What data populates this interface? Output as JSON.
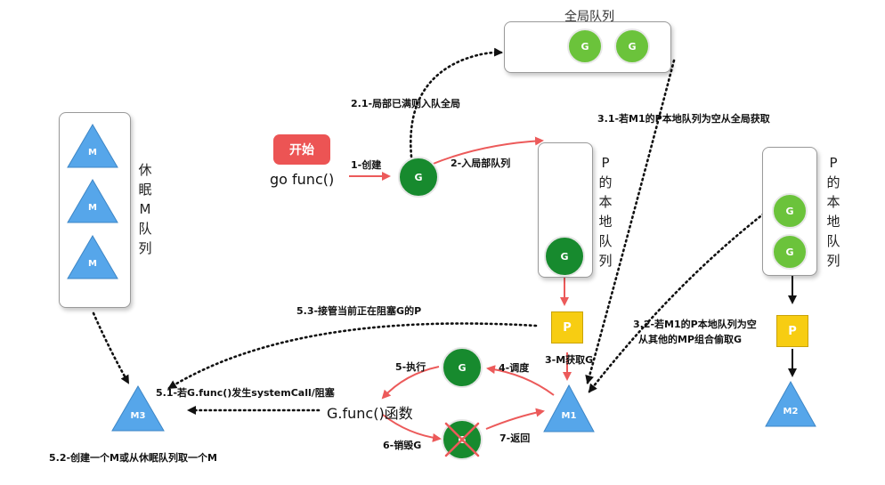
{
  "start_button": "开始",
  "go_func": "go func()",
  "global_queue_title": "全局队列",
  "g_label": "G",
  "p_label": "P",
  "m_label": "M",
  "m1_label": "M1",
  "m2_label": "M2",
  "m3_label": "M3",
  "idle_m_queue": "休\n眠\nM\n队\n列",
  "p_local_queue": "P\n的\n本\n地\n队\n列",
  "steps": {
    "create": "1-创建",
    "global_full": "2.1-局部已满则入队全局",
    "enqueue_local": "2-入局部队列",
    "steal_global": "3.1-若M1的P本地队列为空从全局获取",
    "steal_other_1": "3.2-若M1的P本地队列为空",
    "steal_other_2": "从其他的MP组合偷取G",
    "m_get_g": "3-M获取G",
    "schedule": "4-调度",
    "execute": "5-执行",
    "block": "5.1-若G.func()发生systemCall/阻塞",
    "take_over": "5.3-接管当前正在阻塞G的P",
    "create_m": "5.2-创建一个M或从休眠队列取一个M",
    "destroy": "6-销毁G",
    "return": "7-返回",
    "gfunc": "G.func()函数"
  },
  "colors": {
    "arrow_red": "#ec5a5a",
    "g_light": "#6bc33b",
    "g_dark": "#178a2e",
    "p_yellow": "#f7cd12",
    "m_blue": "#56a6ea",
    "start_red": "#ec5454"
  }
}
